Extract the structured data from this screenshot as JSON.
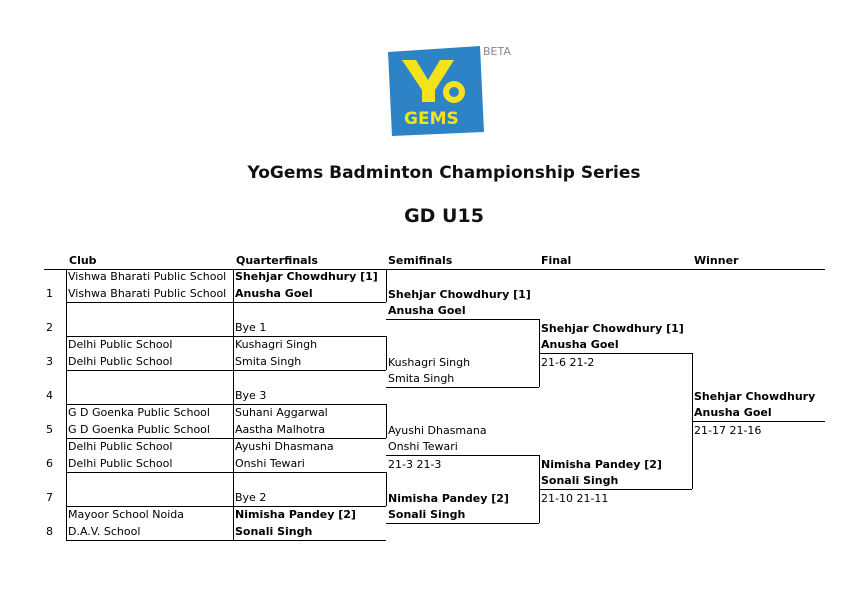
{
  "header": {
    "logo_text": "GEMS",
    "logo_badge": "BETA",
    "title": "YoGems Badminton Championship Series",
    "subtitle": "GD U15"
  },
  "columns": {
    "club": "Club",
    "quarterfinals": "Quarterfinals",
    "semifinals": "Semifinals",
    "final": "Final",
    "winner": "Winner"
  },
  "clubs": [
    "Vishwa Bharati Public School",
    "Vishwa Bharati Public School",
    "Delhi Public School",
    "Delhi Public School",
    "G D Goenka Public School",
    "G D Goenka Public School",
    "Delhi Public School",
    "Delhi Public School",
    "Mayoor School Noida",
    "D.A.V. School"
  ],
  "seeds": [
    "1",
    "2",
    "3",
    "4",
    "5",
    "6",
    "7",
    "8"
  ],
  "quarterfinals": [
    "Shehjar Chowdhury [1]",
    "Anusha Goel",
    "Bye 1",
    "Kushagri Singh",
    "Smita Singh",
    "Bye 3",
    "Suhani Aggarwal",
    "Aastha Malhotra",
    "Ayushi Dhasmana",
    "Onshi Tewari",
    "Bye 2",
    "Nimisha Pandey [2]",
    "Sonali Singh"
  ],
  "semifinals": [
    "Shehjar Chowdhury [1]",
    "Anusha Goel",
    "Kushagri Singh",
    "Smita Singh",
    "Ayushi Dhasmana",
    "Onshi Tewari",
    "21-3 21-3",
    "Nimisha Pandey [2]",
    "Sonali Singh"
  ],
  "final": [
    "Shehjar Chowdhury [1]",
    "Anusha Goel",
    "21-6 21-2",
    "Nimisha Pandey [2]",
    "Sonali Singh",
    "21-10 21-11"
  ],
  "winner": [
    "Shehjar Chowdhury",
    "Anusha Goel",
    "21-17 21-16"
  ]
}
